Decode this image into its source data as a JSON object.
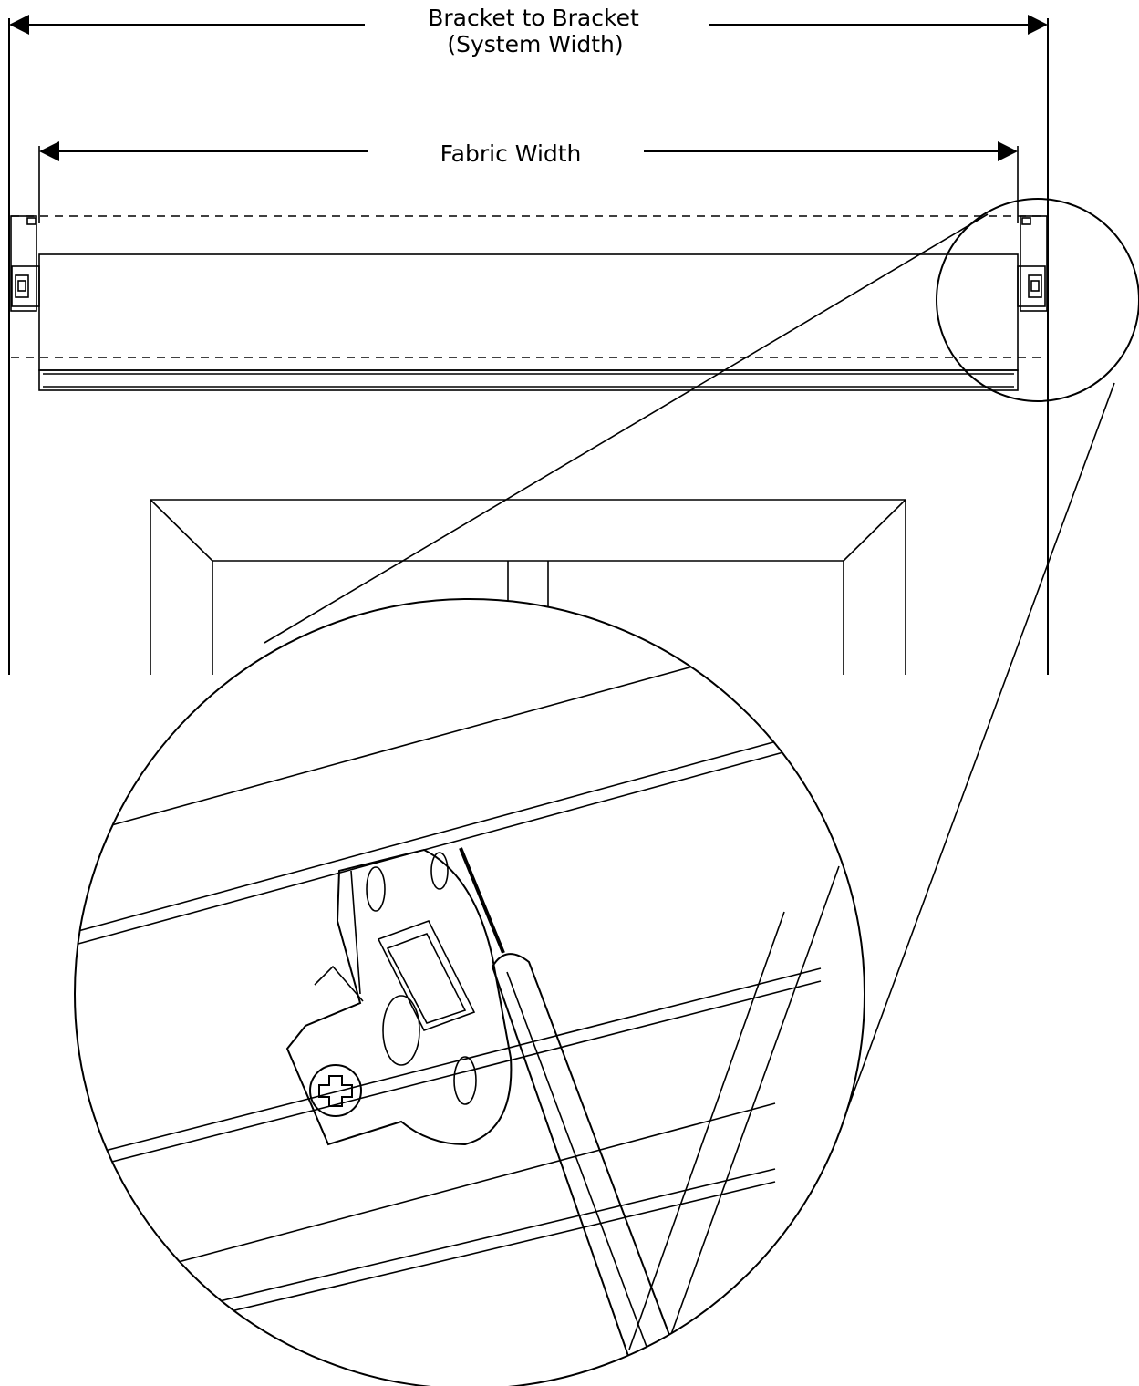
{
  "dimensions": {
    "bracket_to_bracket": {
      "line1": "Bracket to Bracket",
      "line2": "(System Width)"
    },
    "fabric_width": {
      "label": "Fabric Width"
    }
  },
  "colors": {
    "ink": "#000000",
    "background": "#ffffff"
  }
}
